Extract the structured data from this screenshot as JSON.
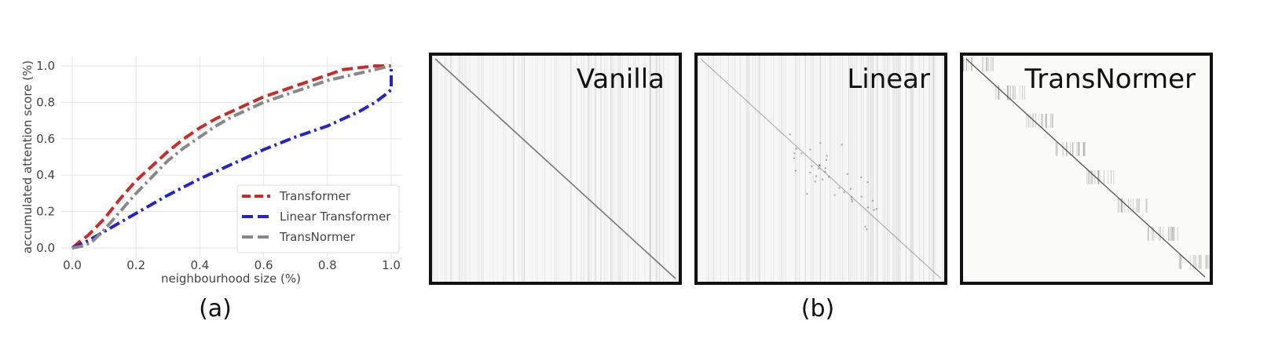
{
  "chart_data": [
    {
      "type": "line",
      "xlabel": "neighbourhood size (%)",
      "ylabel": "accumulated attention score (%)",
      "xlim": [
        0.0,
        1.0
      ],
      "ylim": [
        0.0,
        1.0
      ],
      "xticks": [
        "0.0",
        "0.2",
        "0.4",
        "0.6",
        "0.8",
        "1.0"
      ],
      "yticks": [
        "0.0",
        "0.2",
        "0.4",
        "0.6",
        "0.8",
        "1.0"
      ],
      "grid": true,
      "legend_position": "bottom-right",
      "series": [
        {
          "name": "Transformer",
          "color": "#cc2b2b",
          "style": "dashed",
          "x": [
            0.0,
            0.02,
            0.05,
            0.1,
            0.15,
            0.2,
            0.25,
            0.3,
            0.35,
            0.4,
            0.45,
            0.5,
            0.55,
            0.6,
            0.65,
            0.7,
            0.75,
            0.8,
            0.85,
            0.9,
            0.95,
            1.0
          ],
          "y": [
            0.0,
            0.03,
            0.07,
            0.16,
            0.27,
            0.37,
            0.45,
            0.53,
            0.6,
            0.66,
            0.71,
            0.75,
            0.79,
            0.83,
            0.86,
            0.89,
            0.92,
            0.95,
            0.98,
            0.99,
            1.0,
            1.0
          ]
        },
        {
          "name": "Linear Transformer",
          "color": "#2424c8",
          "style": "dashdot",
          "x": [
            0.0,
            0.05,
            0.1,
            0.2,
            0.3,
            0.4,
            0.5,
            0.6,
            0.7,
            0.8,
            0.85,
            0.9,
            0.95,
            0.98,
            1.0,
            1.0,
            1.0,
            1.0
          ],
          "y": [
            0.0,
            0.04,
            0.09,
            0.19,
            0.29,
            0.38,
            0.46,
            0.54,
            0.61,
            0.67,
            0.71,
            0.75,
            0.8,
            0.84,
            0.87,
            0.92,
            0.96,
            1.0
          ]
        },
        {
          "name": "TransNormer",
          "color": "#888888",
          "style": "dashdot",
          "x": [
            0.0,
            0.03,
            0.06,
            0.1,
            0.15,
            0.2,
            0.25,
            0.3,
            0.35,
            0.4,
            0.45,
            0.5,
            0.55,
            0.6,
            0.65,
            0.7,
            0.75,
            0.8,
            0.85,
            0.9,
            0.95,
            1.0
          ],
          "y": [
            0.0,
            0.01,
            0.03,
            0.1,
            0.2,
            0.3,
            0.39,
            0.48,
            0.55,
            0.61,
            0.67,
            0.72,
            0.76,
            0.8,
            0.83,
            0.86,
            0.89,
            0.92,
            0.94,
            0.96,
            0.98,
            1.0
          ]
        }
      ],
      "caption": "(a)"
    },
    {
      "type": "heatmap",
      "panels": [
        {
          "label": "Vanilla"
        },
        {
          "label": "Linear"
        },
        {
          "label": "TransNormer"
        }
      ],
      "caption": "(b)"
    }
  ]
}
